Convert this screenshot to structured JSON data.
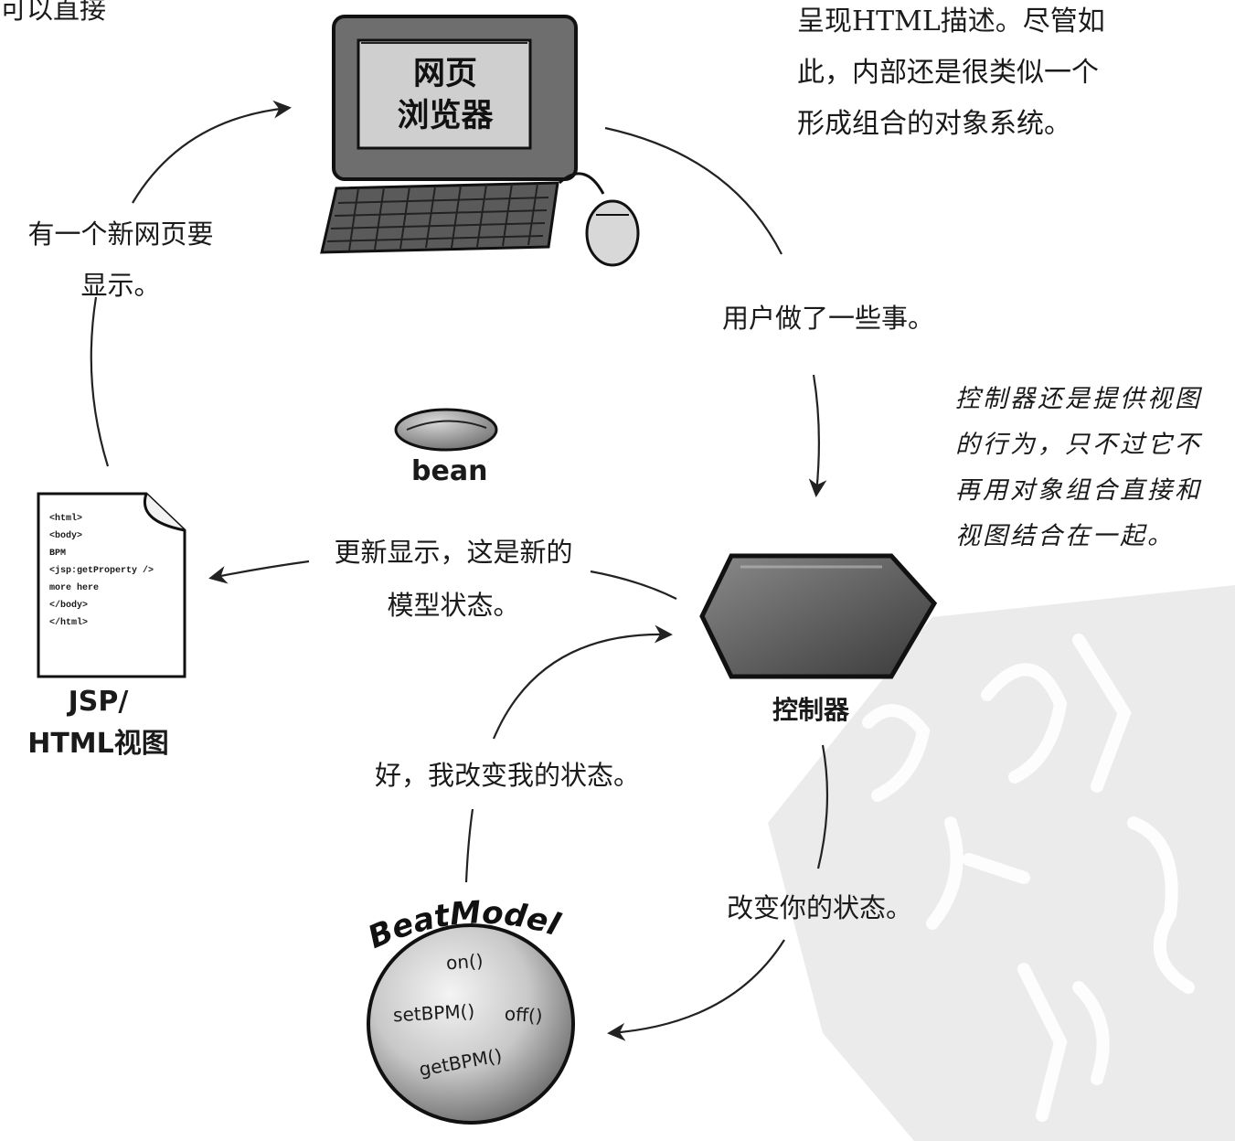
{
  "text": {
    "top_left_fragment": "可以直接",
    "top_right_lines": [
      "呈现HTML描述。尽管如",
      "此，内部还是很类似一个",
      "形成组合的对象系统。"
    ],
    "browser_screen": [
      "网页",
      "浏览器"
    ],
    "new_page_lines": [
      "有一个新网页要",
      "显示。"
    ],
    "user_action": "用户做了一些事。",
    "controller_note_lines": [
      "控制器还是提供视图",
      "的行为，只不过它不",
      "再用对象组合直接和",
      "视图结合在一起。"
    ],
    "bean_label": "bean",
    "update_display_lines": [
      "更新显示，这是新的",
      "模型状态。"
    ],
    "jsp_label_lines": [
      "JSP/",
      "HTML视图"
    ],
    "controller_label": "控制器",
    "ok_change_state": "好，我改变我的状态。",
    "change_your_state": "改变你的状态。",
    "beatmodel_title": "BeatModel",
    "beatmodel_methods": {
      "on": "on()",
      "setBPM": "setBPM()",
      "off": "off()",
      "getBPM": "getBPM()"
    },
    "jsp_code": [
      "<html>",
      "<body>",
      "BPM",
      "<jsp:getProperty />",
      "more here",
      "</body>",
      "</html>"
    ]
  }
}
